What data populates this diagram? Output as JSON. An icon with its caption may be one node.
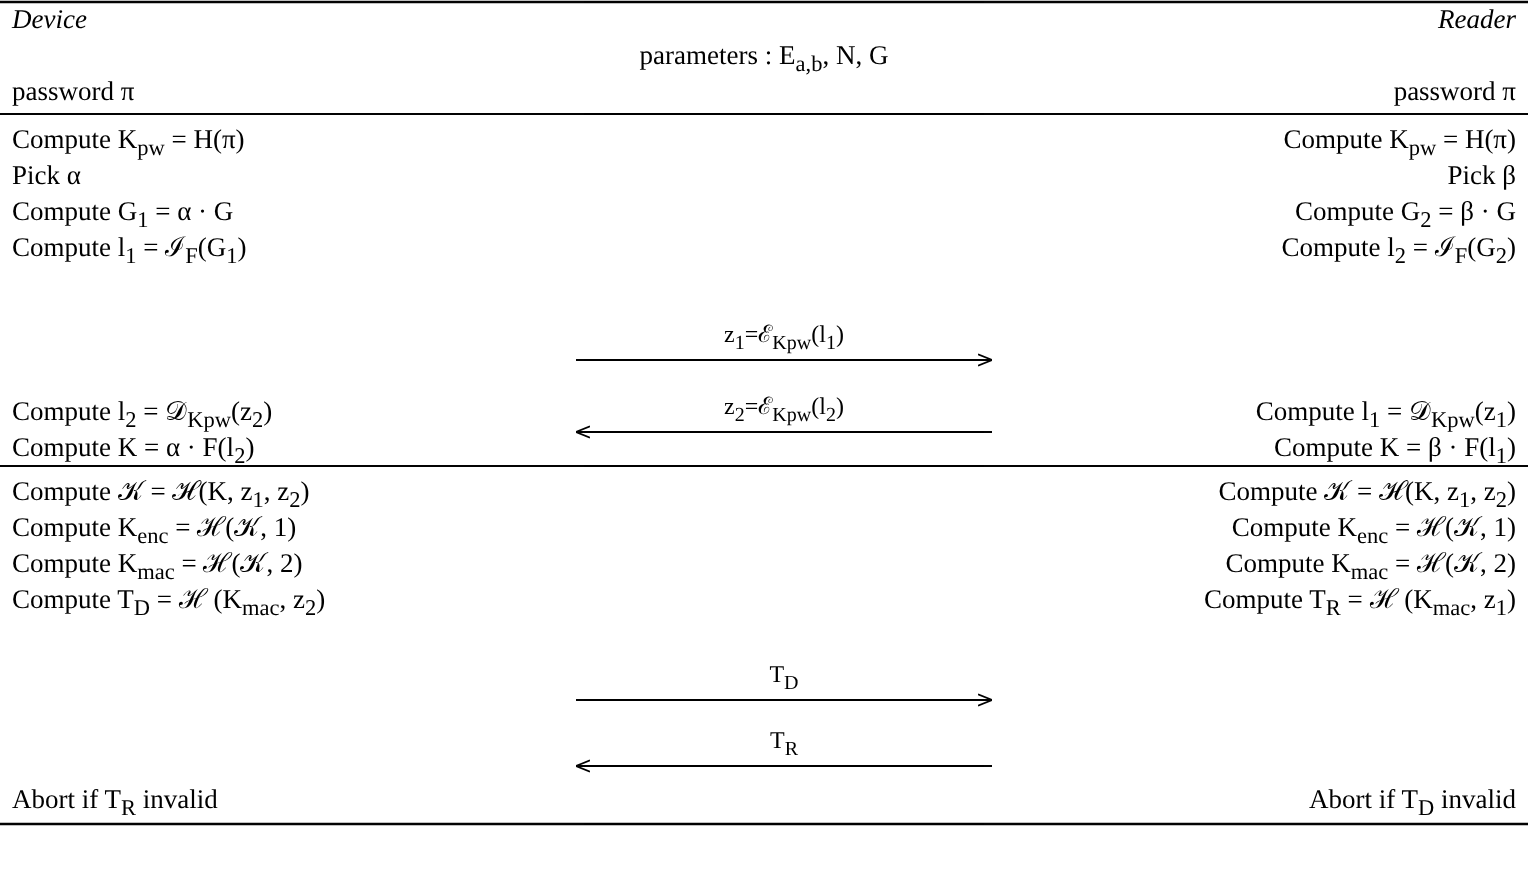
{
  "diagram": {
    "nodes": [
      {
        "text": [
          "Device",
          "password π",
          "Compute K$_{pw}$ = H(π)",
          "Pick α",
          "Compute G$_{1}$ = α · G",
          "Compute l$_{1}$ = ℐ$_{F}$(G$_{1}$)",
          "Compute l$_{2}$ = 𝒟$_{Kpw}$(z$_{2}$)",
          "Compute K = α · F(l$_{2}$)",
          "Compute 𝒦 = ℋ(K, z$_{1}$, z$_{2}$)",
          "Compute K$_{enc}$ = ℋ(𝒦, 1)",
          "Compute K$_{mac}$ = ℋ(𝒦, 2)",
          "Compute T$_{D}$ = ℋ (K$_{mac}$, z$_{2}$)",
          "Abort if T$_{R}$ invalid"
        ]
      },
      {
        "text": [
          "Reader",
          "password π",
          "Compute K$_{pw}$ = H(π)",
          "Pick β",
          "Compute G$_{2}$ = β · G",
          "Compute l$_{2}$ = ℐ$_{F}$(G$_{2}$)",
          "Compute l$_{1}$ = 𝒟$_{Kpw}$(z$_{1}$)",
          "Compute K = β · F(l$_{1}$)",
          "Compute 𝒦 = ℋ(K, z$_{1}$, z$_{2}$)",
          "Compute K$_{enc}$ = ℋ(𝒦, 1)",
          "Compute K$_{mac}$ = ℋ(𝒦, 2)",
          "Compute T$_{R}$ = ℋ (K$_{mac}$, z$_{1}$)",
          "Abort if T$_{D}$ invalid"
        ]
      }
    ],
    "edges": [
      {
        "from": 0,
        "to": 1,
        "arrow": "to",
        "label": "z$_{1}$=ℰ$_{Kpw}$(l$_{1}$)"
      },
      {
        "from": 1,
        "to": 0,
        "arrow": "to",
        "label": "z$_{2}$=ℰ$_{Kpw}$(l$_{2}$)"
      },
      {
        "from": 0,
        "to": 1,
        "arrow": "to",
        "label": "T$_{D}$"
      },
      {
        "from": 1,
        "to": 0,
        "arrow": "to",
        "label": "T$_{R}$"
      }
    ],
    "labels": [
      "parameters : E$_{a,b}$, N, G"
    ]
  }
}
